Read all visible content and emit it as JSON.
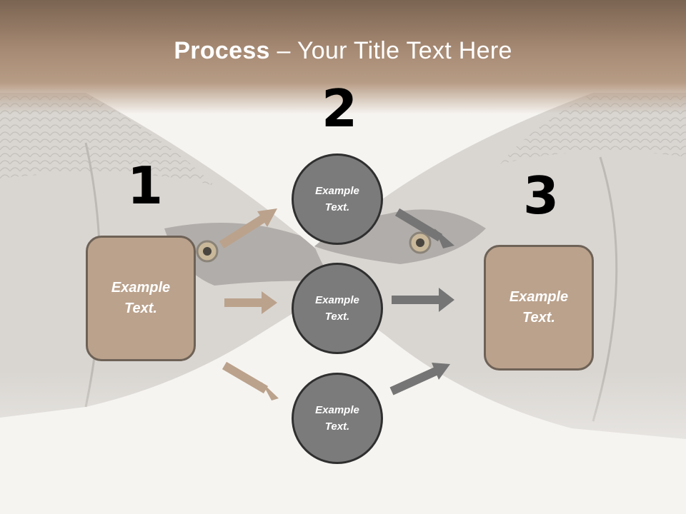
{
  "title": {
    "bold": "Process",
    "rest": " – Your Title Text Here"
  },
  "steps": {
    "one": "1",
    "two": "2",
    "three": "3"
  },
  "boxes": {
    "left": "Example\nText.",
    "right": "Example\nText."
  },
  "circles": {
    "top": "Example\nText.",
    "middle": "Example\nText.",
    "bottom": "Example\nText."
  },
  "colors": {
    "header": "#a58a73",
    "box": "#bba28c",
    "circle": "#7b7b7b",
    "arrow_tan": "#bba28c",
    "arrow_gray": "#757575"
  }
}
